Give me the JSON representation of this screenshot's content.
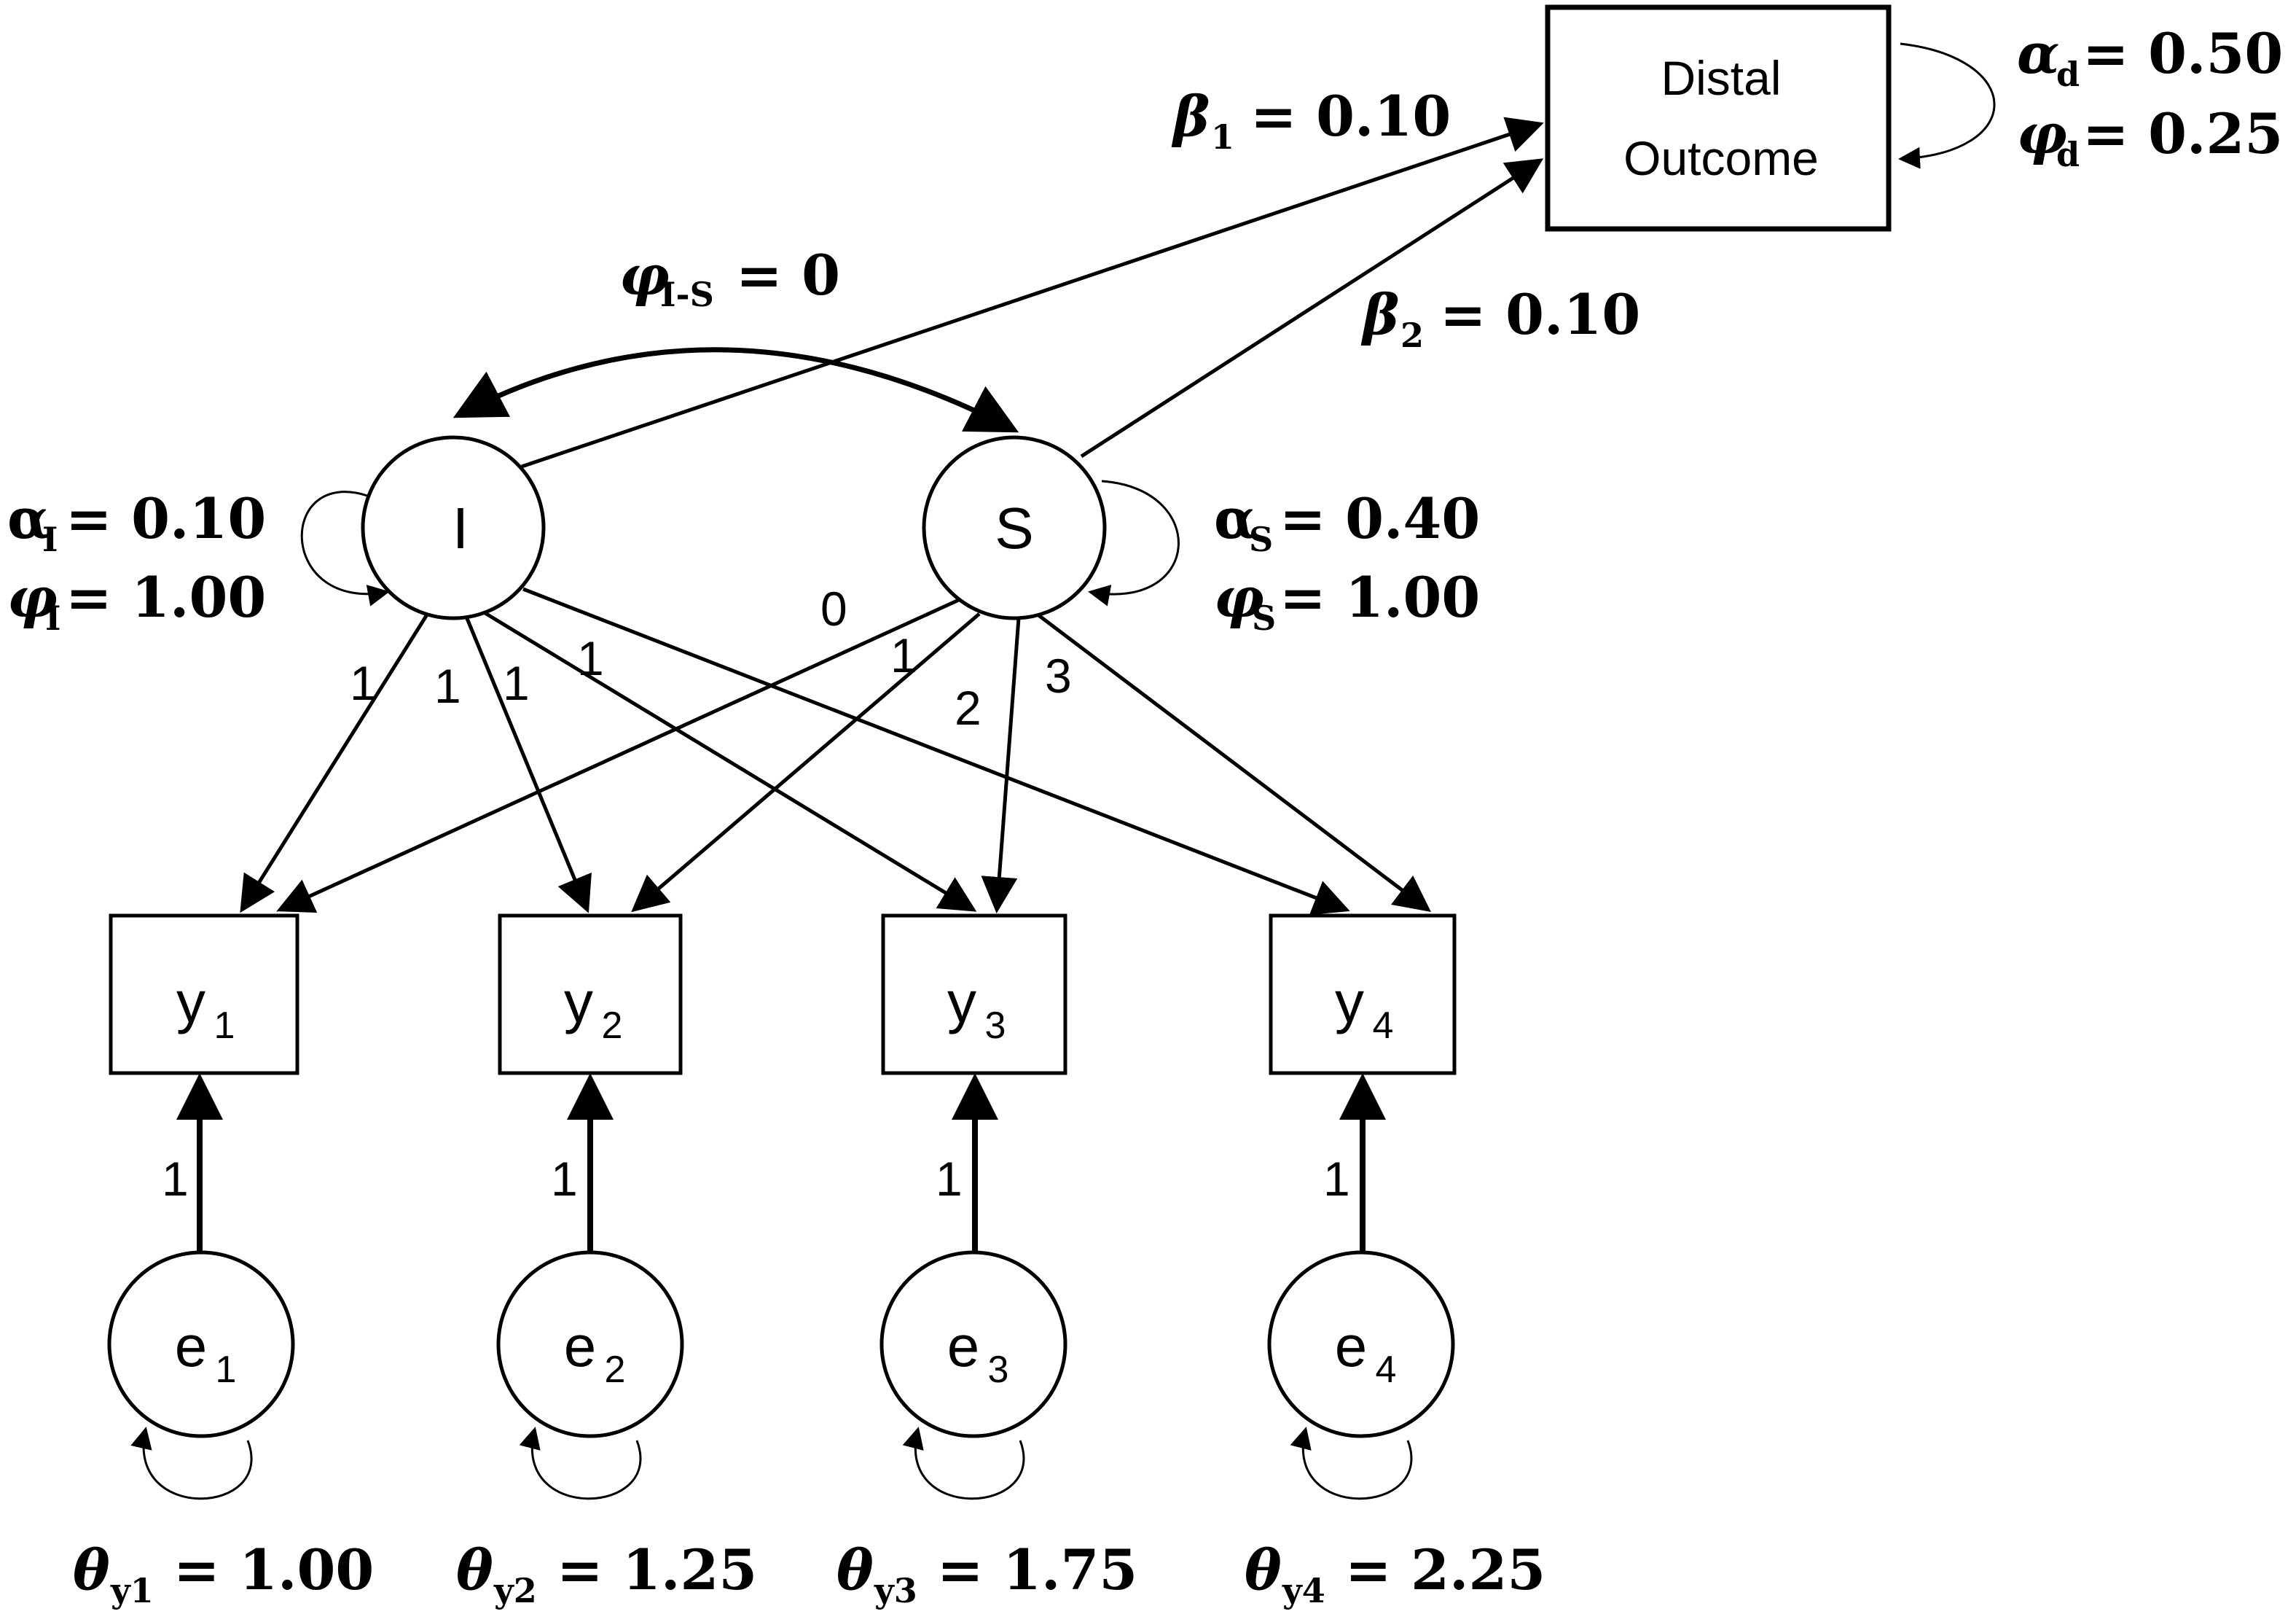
{
  "nodes": {
    "intercept": {
      "label": "I"
    },
    "slope": {
      "label": "S"
    },
    "distal": {
      "label_line1": "Distal",
      "label_line2": "Outcome"
    },
    "observed": [
      {
        "label": "y",
        "sub": "1"
      },
      {
        "label": "y",
        "sub": "2"
      },
      {
        "label": "y",
        "sub": "3"
      },
      {
        "label": "y",
        "sub": "4"
      }
    ],
    "errors": [
      {
        "label": "e",
        "sub": "1"
      },
      {
        "label": "e",
        "sub": "2"
      },
      {
        "label": "e",
        "sub": "3"
      },
      {
        "label": "e",
        "sub": "4"
      }
    ]
  },
  "loadings": {
    "intercept": [
      "1",
      "1",
      "1",
      "1"
    ],
    "slope": [
      "0",
      "1",
      "2",
      "3"
    ],
    "errors": [
      "1",
      "1",
      "1",
      "1"
    ]
  },
  "parameters": {
    "beta1": {
      "symbol": "β",
      "sub": "1",
      "value": "=  0.10"
    },
    "beta2": {
      "symbol": "β",
      "sub": "2",
      "value": "= 0.10"
    },
    "phi_is": {
      "symbol": "φ",
      "sub": "I-S",
      "value": "= 0"
    },
    "alpha_i": {
      "symbol": "α",
      "sub": "I",
      "value": "= 0.10"
    },
    "phi_i": {
      "symbol": "φ",
      "sub": "I",
      "value": "= 1.00"
    },
    "alpha_s": {
      "symbol": "α",
      "sub": "S",
      "value": "= 0.40"
    },
    "phi_s": {
      "symbol": "φ",
      "sub": "S",
      "value": "= 1.00"
    },
    "alpha_d": {
      "symbol": "α",
      "sub": "d",
      "value": "= 0.50"
    },
    "phi_d": {
      "symbol": "φ",
      "sub": "d",
      "value": "= 0.25"
    },
    "theta": [
      {
        "symbol": "θ",
        "sub": "y1",
        "value": "= 1.00"
      },
      {
        "symbol": "θ",
        "sub": "y2",
        "value": "= 1.25"
      },
      {
        "symbol": "θ",
        "sub": "y3",
        "value": "= 1.75"
      },
      {
        "symbol": "θ",
        "sub": "y4",
        "value": "= 2.25"
      }
    ]
  }
}
